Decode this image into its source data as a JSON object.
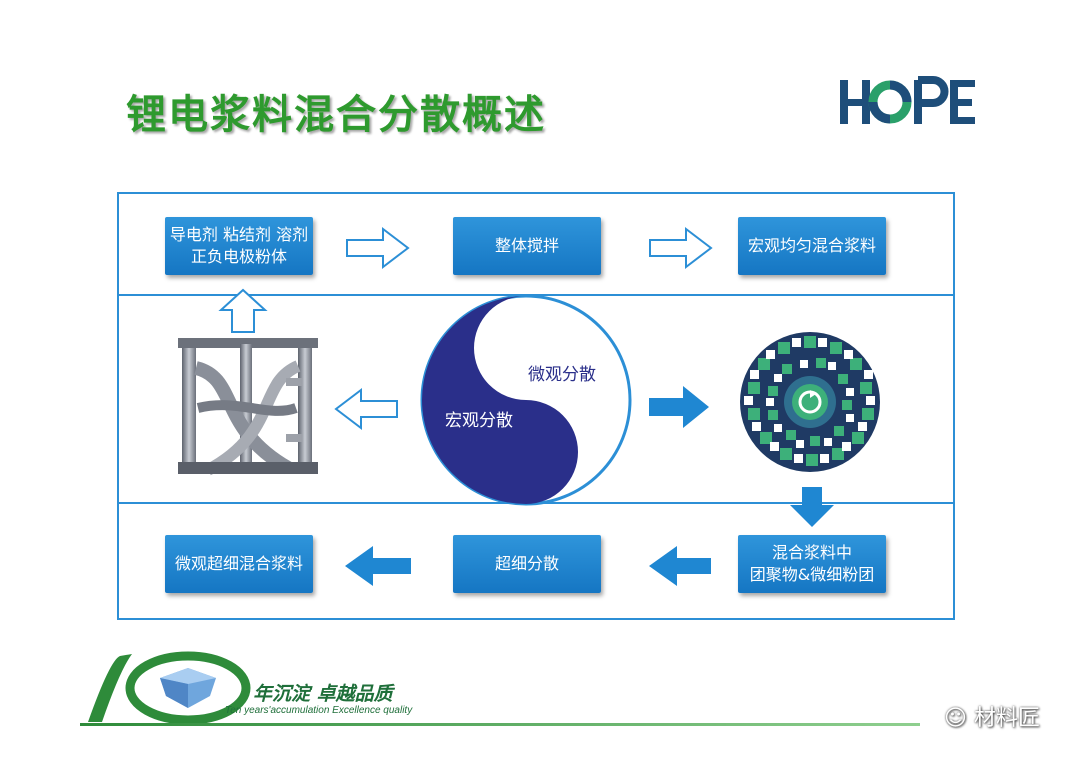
{
  "header": {
    "title": "锂电浆料混合分散概述",
    "logo_text": "HOPE"
  },
  "diagram": {
    "materials_box": [
      "导电剂 粘结剂 溶剂",
      "正负电极粉体"
    ],
    "stir_box": "整体搅拌",
    "macro_mix_box": "宏观均匀混合浆料",
    "yin_yang": {
      "macro": "宏观分散",
      "micro": "微观分散"
    },
    "agglomerate_box": [
      "混合浆料中",
      "团聚物&微细粉团"
    ],
    "ultrafine_box": "超细分散",
    "micro_mix_box": "微观超细混合浆料"
  },
  "footer": {
    "slogan": "年沉淀  卓越品质",
    "slogan_en": "Ten years'accumulation   Excellence quality",
    "badge_number": "10",
    "watermark": "材料匠"
  },
  "colors": {
    "title_green": "#2e9a2e",
    "box_blue": "#1f84cc",
    "frame_blue": "#2c8fd6",
    "navy": "#2a2f8a",
    "arrow_blue": "#1f87d2"
  }
}
